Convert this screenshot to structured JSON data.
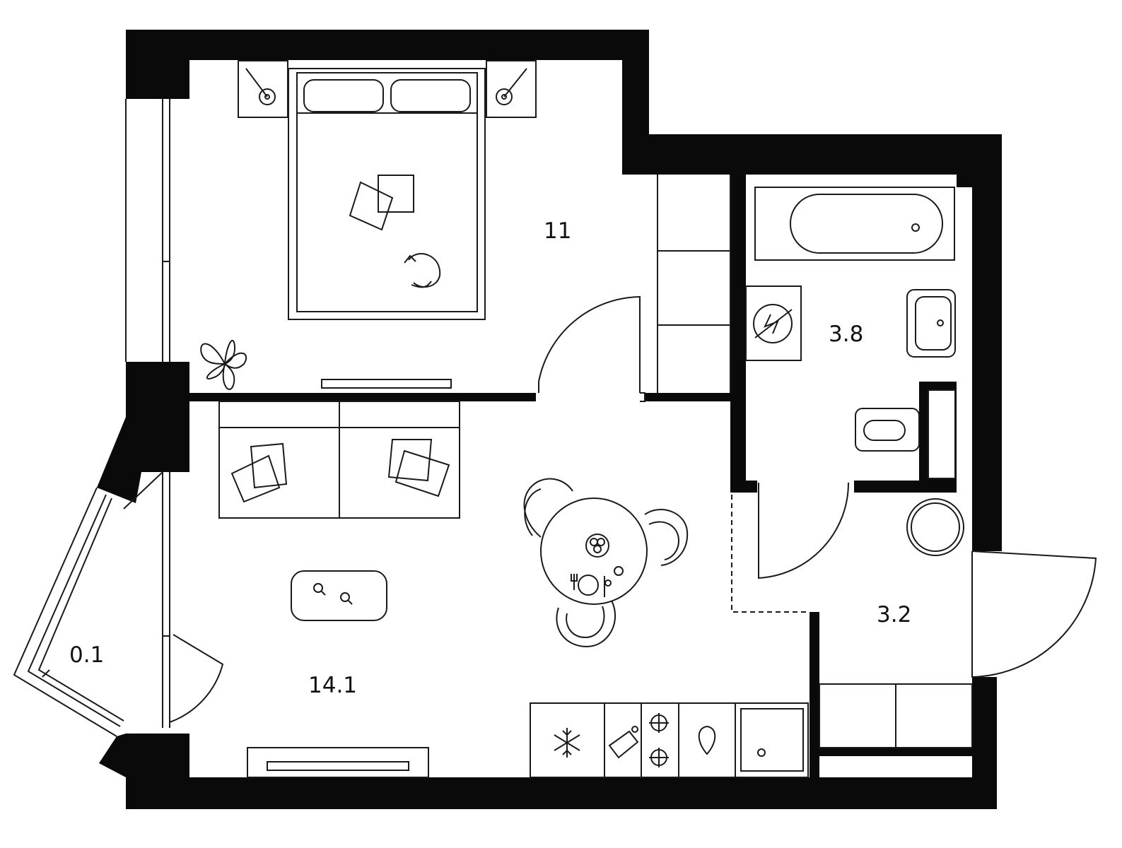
{
  "rooms": {
    "bedroom": {
      "area": "11"
    },
    "bathroom": {
      "area": "3.8"
    },
    "living_kitchen": {
      "area": "14.1"
    },
    "hallway": {
      "area": "3.2"
    },
    "balcony": {
      "area": "0.1"
    }
  },
  "colors": {
    "wall": "#0a0a0a",
    "line": "#1a1a1a",
    "background": "#ffffff"
  },
  "icons": [
    "bed-icon",
    "nightstand-lamp-icon",
    "cat-icon",
    "plant-icon",
    "sofa-icon",
    "coffee-table-icon",
    "dining-table-icon",
    "chair-icon",
    "freezer-icon",
    "cutting-board-icon",
    "stove-burner-icon",
    "faucet-drop-icon",
    "sink-icon",
    "bathtub-icon",
    "washing-machine-icon",
    "washbasin-icon",
    "toilet-icon",
    "tv-stand-icon",
    "round-mat-icon"
  ]
}
